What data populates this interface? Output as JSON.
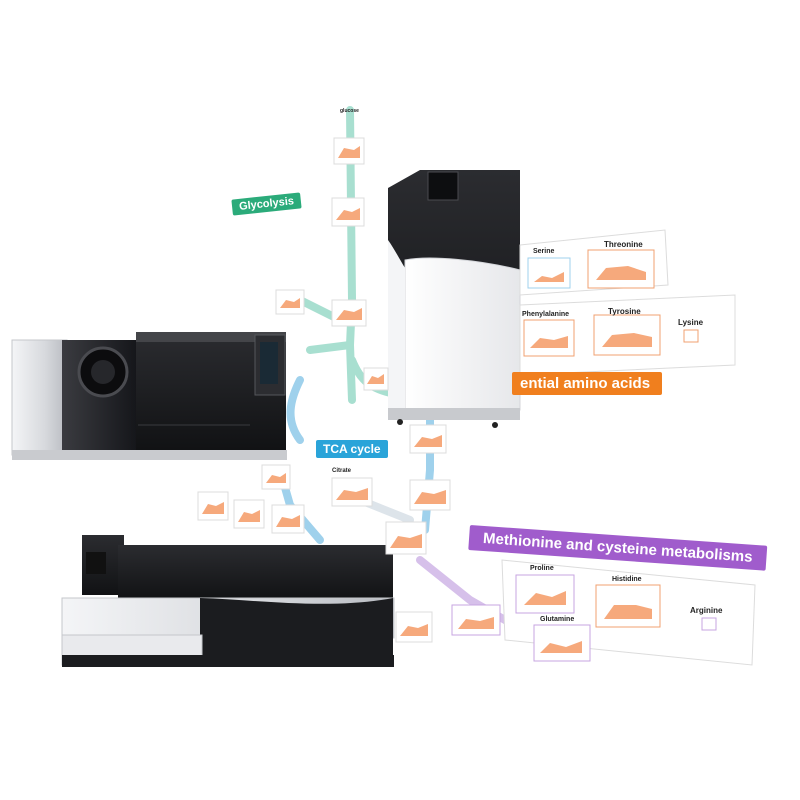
{
  "pathways": {
    "glycolysis": {
      "label": "Glycolysis",
      "color": "#2bab7a"
    },
    "tca": {
      "label": "TCA cycle",
      "color": "#2aa4d9"
    },
    "aa": {
      "label": "ential amino acids",
      "color": "#f07f1e"
    },
    "met": {
      "label": "Methionine and cysteine metabolisms",
      "color": "#a05ccc"
    }
  },
  "metabolites": {
    "serine": "Serine",
    "threonine": "Threonine",
    "phenylalanine": "Phenylalanine",
    "tyrosine": "Tyrosine",
    "lysine": "Lysine",
    "proline": "Proline",
    "histidine": "Histidine",
    "arginine": "Arginine",
    "glutamine": "Glutamine",
    "citrate": "Citrate",
    "glucose": "glucose"
  },
  "colors": {
    "line_teal": "#8fd3c2",
    "line_blue": "#8fc8e6",
    "line_purple": "#c7a6e0",
    "chart_fill": "#f6a97c",
    "chart_border": "#f0a070",
    "instrument_dark": "#1c1d20",
    "instrument_silver": "#d6d8dc"
  }
}
